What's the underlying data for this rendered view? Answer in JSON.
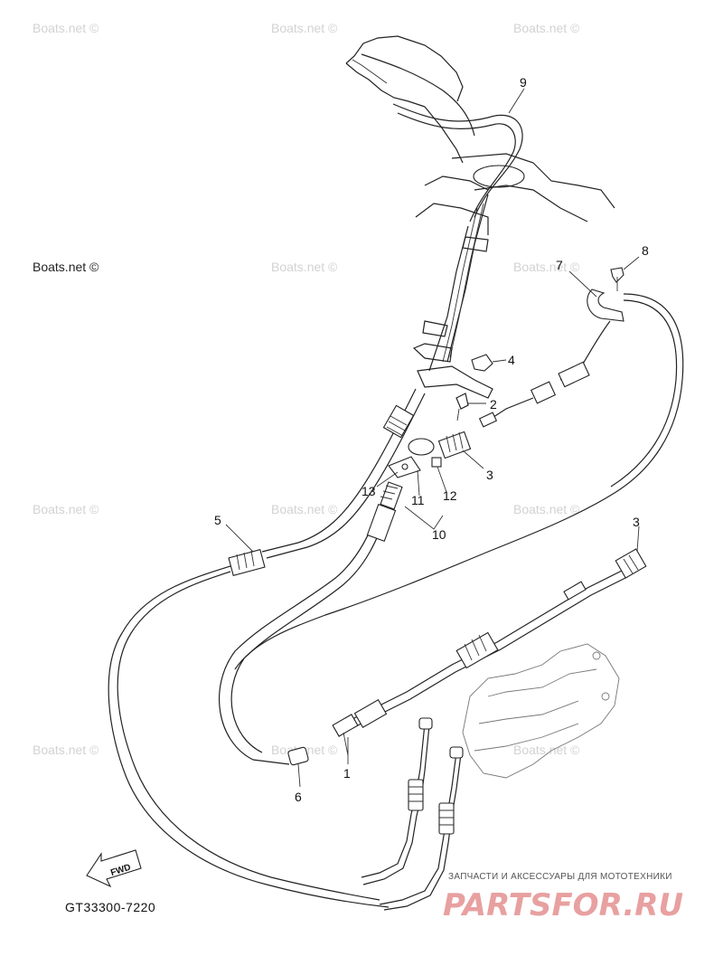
{
  "watermarks": [
    "Boats.net ©",
    "Boats.net ©",
    "Boats.net ©",
    "Boats.net ©",
    "Boats.net ©",
    "Boats.net ©",
    "Boats.net ©",
    "Boats.net ©",
    "Boats.net ©",
    "Boats.net ©",
    "Boats.net ©",
    "Boats.net ©"
  ],
  "callouts": [
    "9",
    "8",
    "7",
    "4",
    "2",
    "3",
    "13",
    "11",
    "12",
    "10",
    "5",
    "3",
    "1",
    "6"
  ],
  "fwd_label": "FWD",
  "diagram_code": "GT33300-7220",
  "shop": {
    "caption": "ЗАПЧАСТИ И АКСЕССУАРЫ ДЛЯ МОТОТЕХНИКИ",
    "logo": "PARTSFOR.RU"
  }
}
